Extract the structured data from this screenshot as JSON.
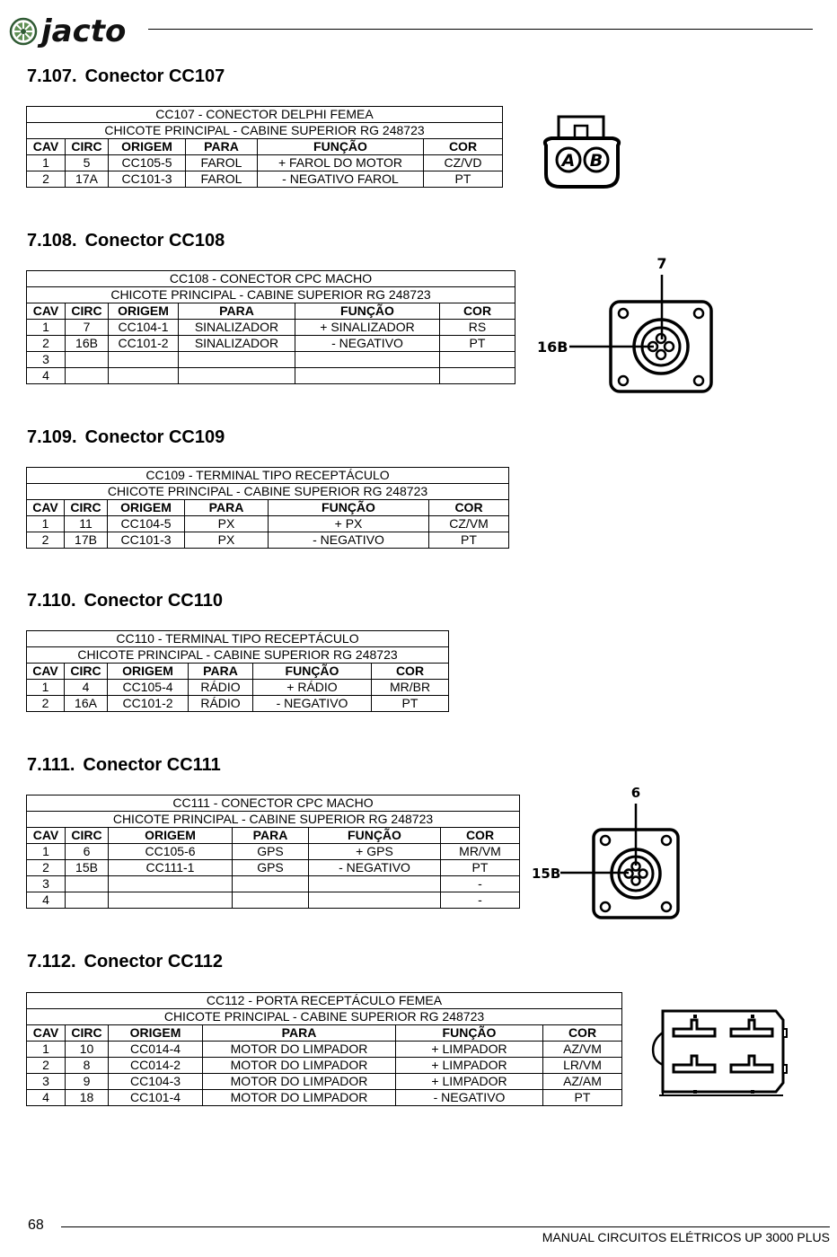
{
  "header": {
    "brand": "jacto"
  },
  "sections": [
    {
      "number": "7.107.",
      "title": "Conector CC107",
      "caption": "CC107 - CONECTOR DELPHI FEMEA",
      "subcaption": "CHICOTE PRINCIPAL - CABINE SUPERIOR RG 248723",
      "columns": [
        "CAV",
        "CIRC",
        "ORIGEM",
        "PARA",
        "FUNÇÃO",
        "COR"
      ],
      "rows": [
        [
          "1",
          "5",
          "CC105-5",
          "FAROL",
          "+ FAROL DO MOTOR",
          "CZ/VD"
        ],
        [
          "2",
          "17A",
          "CC101-3",
          "FAROL",
          "- NEGATIVO FAROL",
          "PT"
        ]
      ],
      "figure": {
        "pins": [
          "A",
          "B"
        ]
      }
    },
    {
      "number": "7.108.",
      "title": "Conector CC108",
      "caption": "CC108 - CONECTOR CPC MACHO",
      "subcaption": "CHICOTE PRINCIPAL - CABINE SUPERIOR RG 248723",
      "columns": [
        "CAV",
        "CIRC",
        "ORIGEM",
        "PARA",
        "FUNÇÃO",
        "COR"
      ],
      "rows": [
        [
          "1",
          "7",
          "CC104-1",
          "SINALIZADOR",
          "+ SINALIZADOR",
          "RS"
        ],
        [
          "2",
          "16B",
          "CC101-2",
          "SINALIZADOR",
          "- NEGATIVO",
          "PT"
        ],
        [
          "3",
          "",
          "",
          "",
          "",
          ""
        ],
        [
          "4",
          "",
          "",
          "",
          "",
          ""
        ]
      ],
      "figure": {
        "top_label": "7",
        "left_label": "16B"
      }
    },
    {
      "number": "7.109.",
      "title": "Conector CC109",
      "caption": "CC109 - TERMINAL TIPO RECEPTÁCULO",
      "subcaption": "CHICOTE PRINCIPAL - CABINE SUPERIOR RG 248723",
      "columns": [
        "CAV",
        "CIRC",
        "ORIGEM",
        "PARA",
        "FUNÇÃO",
        "COR"
      ],
      "rows": [
        [
          "1",
          "11",
          "CC104-5",
          "PX",
          "+ PX",
          "CZ/VM"
        ],
        [
          "2",
          "17B",
          "CC101-3",
          "PX",
          "- NEGATIVO",
          "PT"
        ]
      ]
    },
    {
      "number": "7.110.",
      "title": "Conector CC110",
      "caption": "CC110 - TERMINAL TIPO RECEPTÁCULO",
      "subcaption": "CHICOTE PRINCIPAL - CABINE SUPERIOR RG 248723",
      "columns": [
        "CAV",
        "CIRC",
        "ORIGEM",
        "PARA",
        "FUNÇÃO",
        "COR"
      ],
      "rows": [
        [
          "1",
          "4",
          "CC105-4",
          "RÁDIO",
          "+ RÁDIO",
          "MR/BR"
        ],
        [
          "2",
          "16A",
          "CC101-2",
          "RÁDIO",
          "- NEGATIVO",
          "PT"
        ]
      ]
    },
    {
      "number": "7.111.",
      "title": "Conector CC111",
      "caption": "CC111 - CONECTOR CPC MACHO",
      "subcaption": "CHICOTE PRINCIPAL - CABINE SUPERIOR RG 248723",
      "columns": [
        "CAV",
        "CIRC",
        "ORIGEM",
        "PARA",
        "FUNÇÃO",
        "COR"
      ],
      "rows": [
        [
          "1",
          "6",
          "CC105-6",
          "GPS",
          "+ GPS",
          "MR/VM"
        ],
        [
          "2",
          "15B",
          "CC111-1",
          "GPS",
          "- NEGATIVO",
          "PT"
        ],
        [
          "3",
          "",
          "",
          "",
          "",
          "-"
        ],
        [
          "4",
          "",
          "",
          "",
          "",
          "-"
        ]
      ],
      "figure": {
        "top_label": "6",
        "left_label": "15B"
      }
    },
    {
      "number": "7.112.",
      "title": "Conector CC112",
      "caption": "CC112 - PORTA RECEPTÁCULO FEMEA",
      "subcaption": "CHICOTE PRINCIPAL - CABINE SUPERIOR RG 248723",
      "columns": [
        "CAV",
        "CIRC",
        "ORIGEM",
        "PARA",
        "FUNÇÃO",
        "COR"
      ],
      "rows": [
        [
          "1",
          "10",
          "CC014-4",
          "MOTOR DO LIMPADOR",
          "+ LIMPADOR",
          "AZ/VM"
        ],
        [
          "2",
          "8",
          "CC014-2",
          "MOTOR DO LIMPADOR",
          "+ LIMPADOR",
          "LR/VM"
        ],
        [
          "3",
          "9",
          "CC104-3",
          "MOTOR DO LIMPADOR",
          "+ LIMPADOR",
          "AZ/AM"
        ],
        [
          "4",
          "18",
          "CC101-4",
          "MOTOR DO LIMPADOR",
          "- NEGATIVO",
          "PT"
        ]
      ]
    }
  ],
  "footer": {
    "page_number": "68",
    "manual_title": "MANUAL CIRCUITOS ELÉTRICOS UP 3000 PLUS"
  }
}
